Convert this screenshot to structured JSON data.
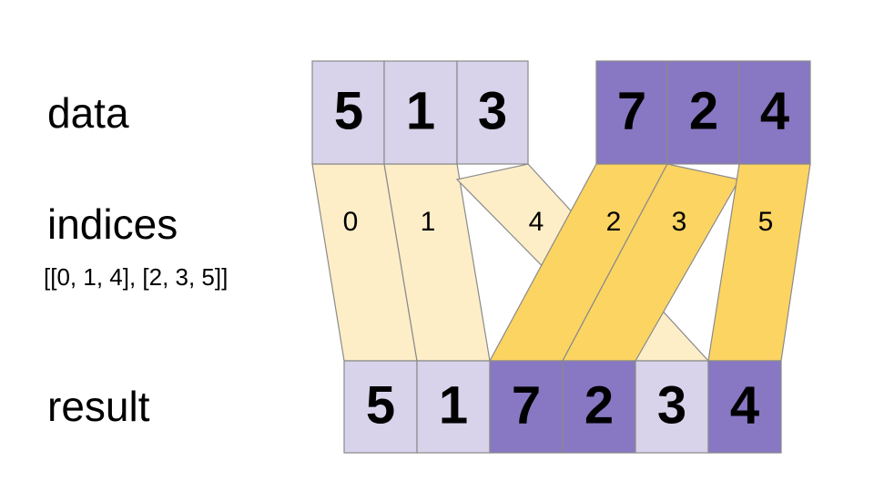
{
  "labels": {
    "data": "data",
    "indices": "indices",
    "indices_value": "[[0, 1, 4], [2, 3, 5]]",
    "result": "result"
  },
  "colors": {
    "light_purple": "#d8d2ea",
    "dark_purple": "#8878c3",
    "light_yellow": "#fdeec8",
    "dark_yellow": "#fcd462",
    "stroke": "#8a8a8a",
    "text": "#000000",
    "background": "#ffffff"
  },
  "chart_data": {
    "type": "diagram",
    "title": "",
    "rows": [
      {
        "name": "data",
        "cells": [
          {
            "value": "5",
            "group": 0,
            "fill": "#d8d2ea"
          },
          {
            "value": "1",
            "group": 0,
            "fill": "#d8d2ea"
          },
          {
            "value": "3",
            "group": 0,
            "fill": "#d8d2ea"
          },
          {
            "value": "7",
            "group": 1,
            "fill": "#8878c3"
          },
          {
            "value": "2",
            "group": 1,
            "fill": "#8878c3"
          },
          {
            "value": "4",
            "group": 1,
            "fill": "#8878c3"
          }
        ]
      },
      {
        "name": "result",
        "cells": [
          {
            "value": "5",
            "fill": "#d8d2ea"
          },
          {
            "value": "1",
            "fill": "#d8d2ea"
          },
          {
            "value": "7",
            "fill": "#8878c3"
          },
          {
            "value": "2",
            "fill": "#8878c3"
          },
          {
            "value": "3",
            "fill": "#d8d2ea"
          },
          {
            "value": "4",
            "fill": "#8878c3"
          }
        ]
      }
    ],
    "indices": [
      {
        "label": "0",
        "group": 0,
        "source_cell": 0,
        "target_cell": 0
      },
      {
        "label": "1",
        "group": 0,
        "source_cell": 1,
        "target_cell": 1
      },
      {
        "label": "4",
        "group": 0,
        "source_cell": 2,
        "target_cell": 4
      },
      {
        "label": "2",
        "group": 1,
        "source_cell": 3,
        "target_cell": 2
      },
      {
        "label": "3",
        "group": 1,
        "source_cell": 4,
        "target_cell": 3
      },
      {
        "label": "5",
        "group": 1,
        "source_cell": 5,
        "target_cell": 5
      }
    ]
  },
  "data_row": {
    "cells": [
      "5",
      "1",
      "3",
      "7",
      "2",
      "4"
    ]
  },
  "result_row": {
    "cells": [
      "5",
      "1",
      "7",
      "2",
      "3",
      "4"
    ]
  },
  "index_row": {
    "labels": [
      "0",
      "1",
      "4",
      "2",
      "3",
      "5"
    ]
  }
}
